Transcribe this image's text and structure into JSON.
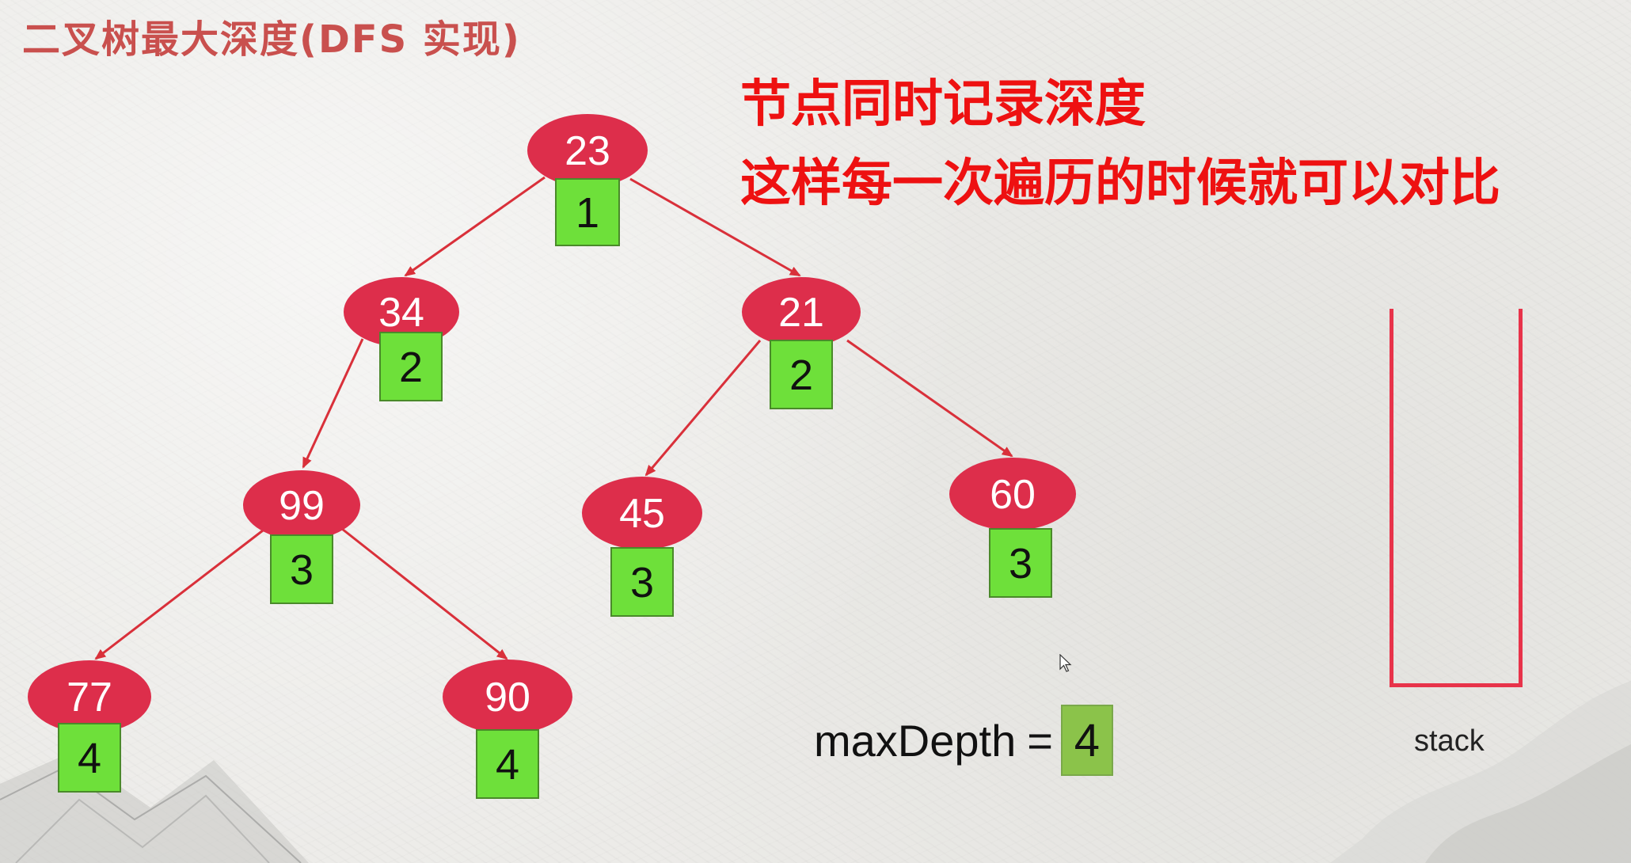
{
  "title": "二叉树最大深度(DFS 实现)",
  "notes": [
    "节点同时记录深度",
    "这样每一次遍历的时候就可以对比"
  ],
  "max_depth": {
    "label": "maxDepth",
    "equals": "=",
    "value": "4"
  },
  "stack": {
    "label": "stack"
  },
  "colors": {
    "title": "#c9504e",
    "note": "#ee1111",
    "node_fill": "#dd2e4b",
    "depth_box": "#6ee03a",
    "edge": "#d9303a",
    "stack_border": "#e8334a",
    "max_depth_box": "#8bc34a"
  },
  "tree": {
    "nodes": [
      {
        "id": "n23",
        "value": "23",
        "depth": "1"
      },
      {
        "id": "n34",
        "value": "34",
        "depth": "2"
      },
      {
        "id": "n21",
        "value": "21",
        "depth": "2"
      },
      {
        "id": "n99",
        "value": "99",
        "depth": "3"
      },
      {
        "id": "n45",
        "value": "45",
        "depth": "3"
      },
      {
        "id": "n60",
        "value": "60",
        "depth": "3"
      },
      {
        "id": "n77",
        "value": "77",
        "depth": "4"
      },
      {
        "id": "n90",
        "value": "90",
        "depth": "4"
      }
    ],
    "edges": [
      {
        "from": "n23",
        "to": "n34"
      },
      {
        "from": "n23",
        "to": "n21"
      },
      {
        "from": "n34",
        "to": "n99"
      },
      {
        "from": "n21",
        "to": "n45"
      },
      {
        "from": "n21",
        "to": "n60"
      },
      {
        "from": "n99",
        "to": "n77"
      },
      {
        "from": "n99",
        "to": "n90"
      }
    ]
  }
}
